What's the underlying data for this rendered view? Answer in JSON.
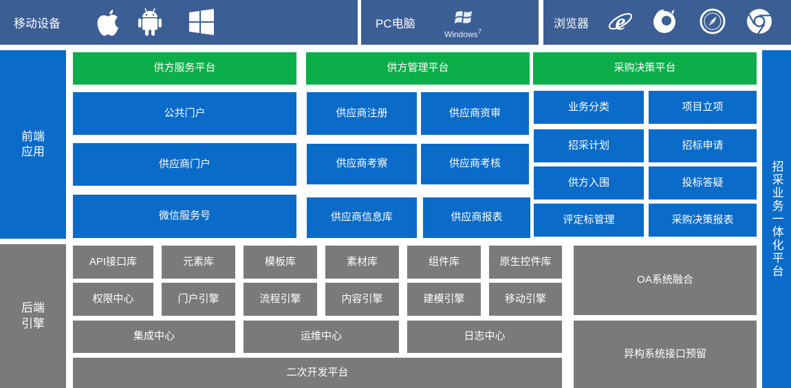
{
  "header": {
    "mobile_label": "移动设备",
    "pc_label": "PC电脑",
    "pc_os_text": "Windows",
    "pc_os_version": "7",
    "browser_label": "浏览器",
    "mobile_icons": [
      "apple-icon",
      "android-icon",
      "windows-icon"
    ],
    "browser_icons": [
      "ie-icon",
      "firefox-icon",
      "safari-icon",
      "chrome-icon"
    ]
  },
  "front": {
    "label": "前端应用",
    "platforms": [
      "供方服务平台",
      "供方管理平台",
      "采购决策平台"
    ],
    "service": [
      "公共门户",
      "供应商门户",
      "微信服务号"
    ],
    "management": [
      "供应商注册",
      "供应商资审",
      "供应商考察",
      "供应商考核",
      "供应商信息库",
      "供应商报表"
    ],
    "decision": [
      "业务分类",
      "项目立项",
      "招采计划",
      "招标申请",
      "供方入围",
      "投标答疑",
      "评定标管理",
      "采购决策报表"
    ]
  },
  "back": {
    "label": "后端引擎",
    "row1": [
      "API接口库",
      "元素库",
      "模板库",
      "素材库",
      "组件库",
      "原生控件库"
    ],
    "row2": [
      "权限中心",
      "门户引擎",
      "流程引擎",
      "内容引擎",
      "建模引擎",
      "移动引擎"
    ],
    "row3": [
      "集成中心",
      "运维中心",
      "日志中心"
    ],
    "row4": "二次开发平台",
    "right": [
      "OA系统融合",
      "异构系统接口预留"
    ]
  },
  "side": {
    "label": "招采业务一体化平台"
  },
  "colors": {
    "navy": "#3b5e94",
    "blue": "#0a6cc8",
    "green": "#0cae4a",
    "gray": "#7a7a7a"
  }
}
